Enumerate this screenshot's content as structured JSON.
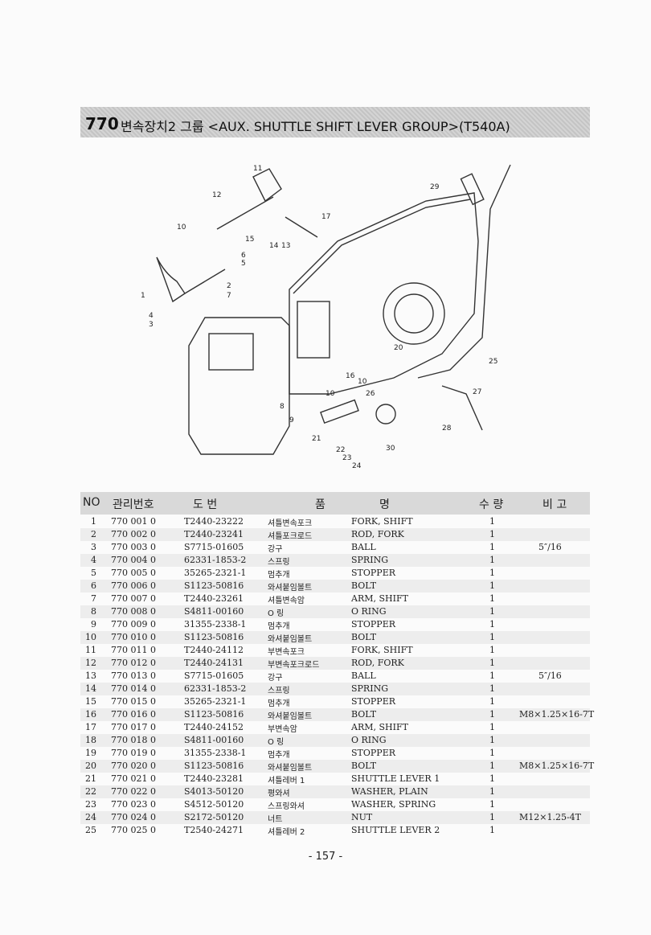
{
  "title": {
    "number": "770",
    "text": "변속장치2 그룹 <AUX. SHUTTLE SHIFT LEVER GROUP>(T540A)"
  },
  "diagram": {
    "callouts": [
      "1",
      "2",
      "3",
      "4",
      "5",
      "6",
      "7",
      "8",
      "9",
      "10",
      "10",
      "10",
      "11",
      "12",
      "13",
      "14",
      "15",
      "16",
      "17",
      "20",
      "21",
      "22",
      "23",
      "24",
      "25",
      "26",
      "27",
      "28",
      "29",
      "30"
    ]
  },
  "table": {
    "headers": {
      "no": "NO",
      "mgmt": "관리번호",
      "part": "도 번",
      "name_kor": "품",
      "name_eng": "명",
      "qty": "수 량",
      "note": "비 고"
    },
    "rows": [
      {
        "no": "1",
        "mgmt": "770 001 0",
        "part": "T2440-23222",
        "kor": "셔틀변속포크",
        "eng": "FORK, SHIFT",
        "qty": "1",
        "note": ""
      },
      {
        "no": "2",
        "mgmt": "770 002 0",
        "part": "T2440-23241",
        "kor": "셔틀포크로드",
        "eng": "ROD, FORK",
        "qty": "1",
        "note": ""
      },
      {
        "no": "3",
        "mgmt": "770 003 0",
        "part": "S7715-01605",
        "kor": "강구",
        "eng": "BALL",
        "qty": "1",
        "note": "5″/16"
      },
      {
        "no": "4",
        "mgmt": "770 004 0",
        "part": "62331-1853-2",
        "kor": "스프링",
        "eng": "SPRING",
        "qty": "1",
        "note": ""
      },
      {
        "no": "5",
        "mgmt": "770 005 0",
        "part": "35265-2321-1",
        "kor": "멈추개",
        "eng": "STOPPER",
        "qty": "1",
        "note": ""
      },
      {
        "no": "6",
        "mgmt": "770 006 0",
        "part": "S1123-50816",
        "kor": "와셔붙임볼트",
        "eng": "BOLT",
        "qty": "1",
        "note": ""
      },
      {
        "no": "7",
        "mgmt": "770 007 0",
        "part": "T2440-23261",
        "kor": "셔틀변속암",
        "eng": "ARM, SHIFT",
        "qty": "1",
        "note": ""
      },
      {
        "no": "8",
        "mgmt": "770 008 0",
        "part": "S4811-00160",
        "kor": "O 링",
        "eng": "O RING",
        "qty": "1",
        "note": ""
      },
      {
        "no": "9",
        "mgmt": "770 009 0",
        "part": "31355-2338-1",
        "kor": "멈추개",
        "eng": "STOPPER",
        "qty": "1",
        "note": ""
      },
      {
        "no": "10",
        "mgmt": "770 010 0",
        "part": "S1123-50816",
        "kor": "와셔붙임볼트",
        "eng": "BOLT",
        "qty": "1",
        "note": ""
      },
      {
        "no": "11",
        "mgmt": "770 011 0",
        "part": "T2440-24112",
        "kor": "부변속포크",
        "eng": "FORK, SHIFT",
        "qty": "1",
        "note": ""
      },
      {
        "no": "12",
        "mgmt": "770 012 0",
        "part": "T2440-24131",
        "kor": "부변속포크로드",
        "eng": "ROD, FORK",
        "qty": "1",
        "note": ""
      },
      {
        "no": "13",
        "mgmt": "770 013 0",
        "part": "S7715-01605",
        "kor": "강구",
        "eng": "BALL",
        "qty": "1",
        "note": "5″/16"
      },
      {
        "no": "14",
        "mgmt": "770 014 0",
        "part": "62331-1853-2",
        "kor": "스프링",
        "eng": "SPRING",
        "qty": "1",
        "note": ""
      },
      {
        "no": "15",
        "mgmt": "770 015 0",
        "part": "35265-2321-1",
        "kor": "멈추개",
        "eng": "STOPPER",
        "qty": "1",
        "note": ""
      },
      {
        "no": "16",
        "mgmt": "770 016 0",
        "part": "S1123-50816",
        "kor": "와셔붙임볼트",
        "eng": "BOLT",
        "qty": "1",
        "note": "M8×1.25×16-7T"
      },
      {
        "no": "17",
        "mgmt": "770 017 0",
        "part": "T2440-24152",
        "kor": "부변속암",
        "eng": "ARM, SHIFT",
        "qty": "1",
        "note": ""
      },
      {
        "no": "18",
        "mgmt": "770 018 0",
        "part": "S4811-00160",
        "kor": "O 링",
        "eng": "O RING",
        "qty": "1",
        "note": ""
      },
      {
        "no": "19",
        "mgmt": "770 019 0",
        "part": "31355-2338-1",
        "kor": "멈추개",
        "eng": "STOPPER",
        "qty": "1",
        "note": ""
      },
      {
        "no": "20",
        "mgmt": "770 020 0",
        "part": "S1123-50816",
        "kor": "와셔붙임볼트",
        "eng": "BOLT",
        "qty": "1",
        "note": "M8×1.25×16-7T"
      },
      {
        "no": "21",
        "mgmt": "770 021 0",
        "part": "T2440-23281",
        "kor": "셔틀레버 1",
        "eng": "SHUTTLE LEVER 1",
        "qty": "1",
        "note": ""
      },
      {
        "no": "22",
        "mgmt": "770 022 0",
        "part": "S4013-50120",
        "kor": "평와셔",
        "eng": "WASHER, PLAIN",
        "qty": "1",
        "note": ""
      },
      {
        "no": "23",
        "mgmt": "770 023 0",
        "part": "S4512-50120",
        "kor": "스프링와셔",
        "eng": "WASHER, SPRING",
        "qty": "1",
        "note": ""
      },
      {
        "no": "24",
        "mgmt": "770 024 0",
        "part": "S2172-50120",
        "kor": "너트",
        "eng": "NUT",
        "qty": "1",
        "note": "M12×1.25-4T"
      },
      {
        "no": "25",
        "mgmt": "770 025 0",
        "part": "T2540-24271",
        "kor": "셔틀레버 2",
        "eng": "SHUTTLE LEVER 2",
        "qty": "1",
        "note": ""
      }
    ]
  },
  "page_number": "- 157 -"
}
